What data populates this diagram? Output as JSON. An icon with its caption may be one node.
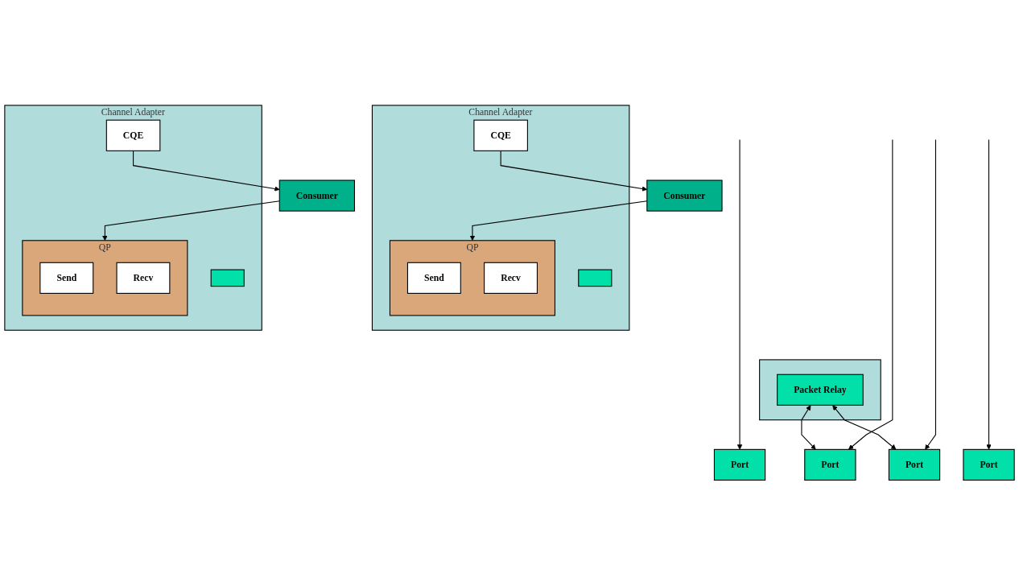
{
  "diagram": {
    "nodes": [
      {
        "text": [
          "Consumer"
        ]
      },
      {
        "text": [
          "Channel Adapter"
        ]
      },
      {
        "text": [],
        "shape": "box",
        "in": 1
      },
      {
        "text": [
          "QP"
        ],
        "in": 1
      },
      {
        "text": [
          "Send"
        ],
        "in": 3
      },
      {
        "text": [
          "Recv"
        ],
        "in": 3
      },
      {
        "text": [
          "CQE"
        ],
        "in": 1
      },
      {
        "text": [
          "Port"
        ]
      },
      {
        "text": [],
        "shape": "box"
      },
      {
        "text": [
          "Packet Relay"
        ],
        "in": 8
      },
      {
        "text": [
          "Port"
        ]
      },
      {
        "text": [
          "Port"
        ]
      },
      {
        "text": [
          "Consumer"
        ]
      },
      {
        "text": [
          "Channel Adapter"
        ]
      },
      {
        "text": [],
        "shape": "box",
        "in": 13
      },
      {
        "text": [
          "QP"
        ],
        "in": 13
      },
      {
        "text": [
          "Send"
        ],
        "in": 15
      },
      {
        "text": [
          "Recv"
        ],
        "in": 15
      },
      {
        "text": [
          "CQE"
        ],
        "in": 13
      },
      {
        "text": [
          "Port"
        ]
      }
    ],
    "edges": [
      {
        "from": 0,
        "to": 3,
        "arrow": "to"
      },
      {
        "from": 6,
        "to": 0,
        "arrow": "to"
      },
      {
        "from": null,
        "to": 7,
        "arrow": "to"
      },
      {
        "from": 9,
        "to": 10,
        "arrow": "both"
      },
      {
        "from": 9,
        "to": 11,
        "arrow": "both"
      },
      {
        "from": null,
        "to": 10,
        "arrow": "to"
      },
      {
        "from": null,
        "to": 11,
        "arrow": "to"
      },
      {
        "from": 12,
        "to": 15,
        "arrow": "to"
      },
      {
        "from": 18,
        "to": 12,
        "arrow": "to"
      },
      {
        "from": null,
        "to": 19,
        "arrow": "to"
      }
    ]
  }
}
